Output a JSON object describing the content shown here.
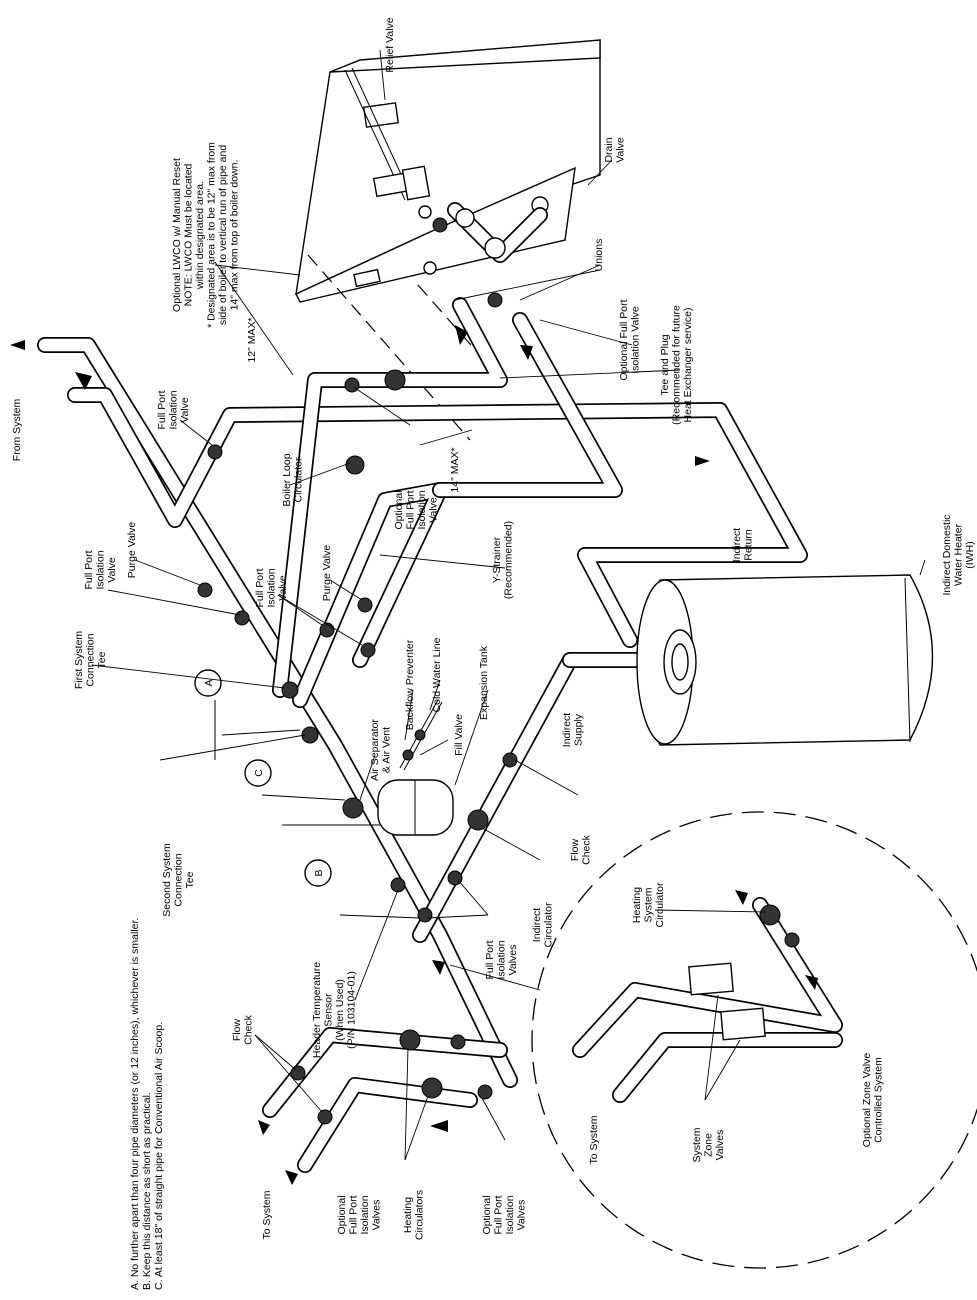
{
  "diagram": {
    "labels": {
      "from_system": "From System",
      "full_port_iso_top": "Full Port\nIsolation\nValve",
      "purge_valve_left": "Purge Valve",
      "full_port_iso_left": "Full Port\nIsolation\nValve",
      "first_system_tee": "First System\nConnection\nTee",
      "full_port_iso_mid": "Full Port\nIsolation\nValve",
      "purge_valve_mid": "Purge Valve",
      "boiler_loop_circulator": "Boiler Loop\nCirculator",
      "optional_full_port_iso": "Optional\nFull Port\nIsolation\nValve",
      "fourteen_max": "14\" MAX*",
      "twelve_max": "12\" MAX*",
      "lwco_note": "Optional LWCO w/ Manual Reset\nNOTE: LWCO Must be located\nwithin designated area.\n* Designated area is to be 12\" max from\nside of boiler to vertical run of pipe and\n14\" max from top of boiler down.",
      "relief_valve": "Relief Valve",
      "drain_valve": "Drain\nValve",
      "unions": "Unions",
      "optional_full_port_iso_valve": "Optional Full Port\nIsolation Valve",
      "tee_and_plug": "Tee and Plug\n(Recommended for future\nHeat Exchanger service)",
      "indirect_return": "Indirect\nReturn",
      "iwh": "Indirect Domestic\nWater Heater\n(IWH)",
      "y_strainer": "Y-Strainer\n(Recommended)",
      "expansion_tank": "Expansion Tank",
      "cold_water_line": "Cold Water Line",
      "backflow_preventer": "Backflow Preventer",
      "fill_valve": "Fill Valve",
      "air_separator": "Air Separator\n& Air Vent",
      "second_system_tee": "Second System\nConnection\nTee",
      "indirect_supply": "Indirect\nSupply",
      "flow_check_right": "Flow\nCheck",
      "indirect_circulator": "Indirect\nCirculator",
      "full_port_iso_valves": "Full Port\nIsolation\nValves",
      "header_sensor": "Header Temperature\nSensor\n(When Used)\n(P/N 103104-01)",
      "flow_check_left": "Flow\nCheck",
      "to_system_left": "To System",
      "optional_full_port_iso_valves_a": "Optional\nFull Port\nIsolation\nValves",
      "heating_circulators": "Heating\nCirculators",
      "optional_full_port_iso_valves_b": "Optional\nFull Port\nIsolation\nValves",
      "heating_system_circulator": "Heating\nSystem\nCirculator",
      "optional_zone_valve": "Optional Zone Valve\nControlled System",
      "system_zone_valves": "System\nZone\nValves",
      "to_system_right": "To System"
    },
    "markers": {
      "a": "A",
      "b": "B",
      "c": "C"
    },
    "notes": [
      "A. No further apart than four pipe diameters (or 12 inches), whichever is smaller.",
      "B. Keep this distance as short as practical.",
      "C. At least 18\" of straight pipe for Conventional Air Scoop."
    ]
  }
}
